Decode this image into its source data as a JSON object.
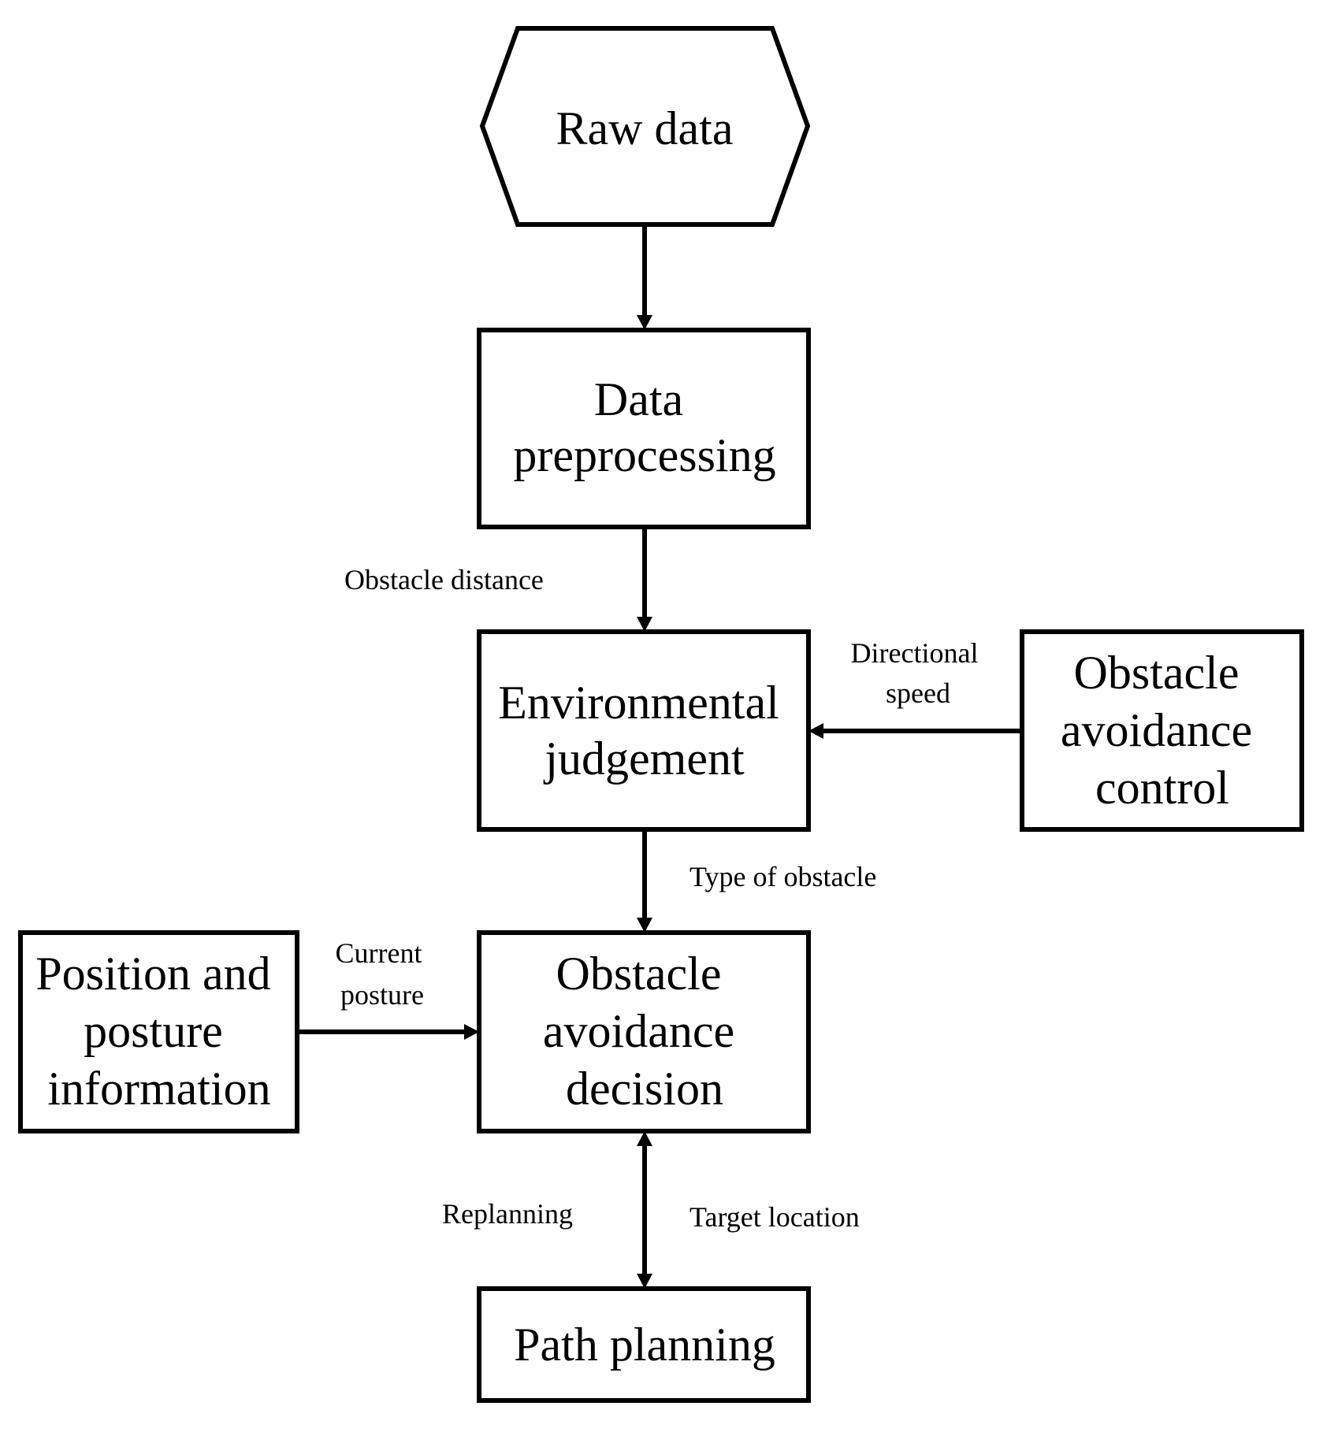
{
  "nodes": {
    "raw_data": "Raw data",
    "data_preprocessing": [
      "Data",
      "preprocessing"
    ],
    "environmental_judgement": [
      "Environmental",
      "judgement"
    ],
    "obstacle_avoidance_control": [
      "Obstacle",
      "avoidance",
      "control"
    ],
    "position_posture_info": [
      "Position and",
      "posture",
      "information"
    ],
    "obstacle_avoidance_decision": [
      "Obstacle",
      "avoidance",
      "decision"
    ],
    "path_planning": "Path planning"
  },
  "edges": {
    "obstacle_distance": "Obstacle distance",
    "directional_speed": [
      "Directional",
      "speed"
    ],
    "type_of_obstacle": "Type of obstacle",
    "current_posture": [
      "Current",
      "posture"
    ],
    "replanning": "Replanning",
    "target_location": "Target location"
  }
}
